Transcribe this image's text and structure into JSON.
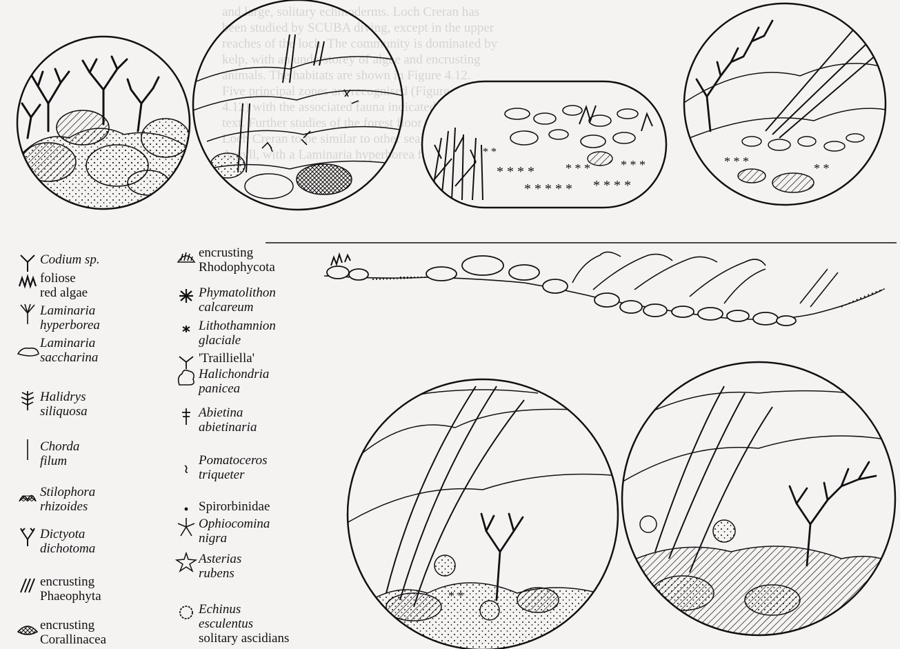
{
  "figure": {
    "colors": {
      "ink": "#111111",
      "paper": "#f4f3f1",
      "bleed_text": "rgba(0,0,0,0.13)"
    },
    "legend": [
      {
        "id": "codium",
        "icon": "codium-icon",
        "lines": [
          "Codium sp."
        ],
        "italic": [
          true
        ]
      },
      {
        "id": "foliose",
        "icon": "foliose-red-algae-icon",
        "lines": [
          "foliose",
          "red algae"
        ],
        "italic": [
          false,
          false
        ]
      },
      {
        "id": "lam-hyp",
        "icon": "laminaria-hyperborea-icon",
        "lines": [
          "Laminaria",
          "hyperborea"
        ],
        "italic": [
          true,
          true
        ]
      },
      {
        "id": "lam-sac",
        "icon": "laminaria-saccharina-icon",
        "lines": [
          "Laminaria",
          "saccharina"
        ],
        "italic": [
          true,
          true
        ]
      },
      {
        "id": "halidrys",
        "icon": "halidrys-icon",
        "lines": [
          "Halidrys",
          "siliquosa"
        ],
        "italic": [
          true,
          true
        ]
      },
      {
        "id": "chorda",
        "icon": "chorda-icon",
        "lines": [
          "Chorda",
          "filum"
        ],
        "italic": [
          true,
          true
        ]
      },
      {
        "id": "stilophora",
        "icon": "stilophora-icon",
        "lines": [
          "Stilophora",
          "rhizoides"
        ],
        "italic": [
          true,
          true
        ]
      },
      {
        "id": "dictyota",
        "icon": "dictyota-icon",
        "lines": [
          "Dictyota",
          "dichotoma"
        ],
        "italic": [
          true,
          true
        ]
      },
      {
        "id": "enc-phaeo",
        "icon": "encrusting-phaeophyta-icon",
        "lines": [
          "encrusting",
          "Phaeophyta"
        ],
        "italic": [
          false,
          false
        ]
      },
      {
        "id": "enc-coral",
        "icon": "encrusting-corallinacea-icon",
        "lines": [
          "encrusting",
          "Corallinacea"
        ],
        "italic": [
          false,
          false
        ]
      },
      {
        "id": "enc-rhodo",
        "icon": "encrusting-rhodophycota-icon",
        "lines": [
          "encrusting",
          "Rhodophycota"
        ],
        "italic": [
          false,
          false
        ]
      },
      {
        "id": "phymatolithon",
        "icon": "phymatolithon-icon",
        "lines": [
          "Phymatolithon",
          "calcareum"
        ],
        "italic": [
          true,
          true
        ]
      },
      {
        "id": "lithothamnion",
        "icon": "lithothamnion-icon",
        "lines": [
          "Lithothamnion",
          "glaciale"
        ],
        "italic": [
          true,
          true
        ]
      },
      {
        "id": "trailliella",
        "icon": "trailliella-icon",
        "lines": [
          "'Trailliella'"
        ],
        "italic": [
          false
        ]
      },
      {
        "id": "halichondria",
        "icon": "halichondria-icon",
        "lines": [
          "Halichondria",
          "panicea"
        ],
        "italic": [
          true,
          true
        ]
      },
      {
        "id": "abietina",
        "icon": "abietina-icon",
        "lines": [
          "Abietina",
          "abietinaria"
        ],
        "italic": [
          true,
          true
        ]
      },
      {
        "id": "pomatoceros",
        "icon": "pomatoceros-icon",
        "lines": [
          "Pomatoceros",
          "triqueter"
        ],
        "italic": [
          true,
          true
        ]
      },
      {
        "id": "spirorbinidae",
        "icon": "spirorbinidae-icon",
        "lines": [
          "Spirorbinidae"
        ],
        "italic": [
          false
        ]
      },
      {
        "id": "ophiocomina",
        "icon": "ophiocomina-icon",
        "lines": [
          "Ophiocomina",
          "nigra"
        ],
        "italic": [
          true,
          true
        ]
      },
      {
        "id": "asterias",
        "icon": "asterias-icon",
        "lines": [
          "Asterias",
          "rubens"
        ],
        "italic": [
          true,
          true
        ]
      },
      {
        "id": "echinus",
        "icon": "echinus-icon",
        "lines": [
          "Echinus",
          "esculentus"
        ],
        "italic": [
          true,
          true
        ]
      },
      {
        "id": "ascidians",
        "icon": "ascidian-icon",
        "lines": [
          "solitary ascidians"
        ],
        "italic": [
          false
        ]
      }
    ],
    "bleed_through_text": [
      "and large, solitary echinoderms. Loch Creran has",
      "been studied by SCUBA diving, except in the upper",
      "reaches of the loch. The community is dominated by",
      "kelp, with an understorey of algae and encrusting",
      "animals. The habitats are shown in Figure 4.12.",
      "Five principal zones are recognised (Figure",
      "4.12) with the associated fauna indicated in the",
      "text. Further studies of the forest floor show",
      "Loch Creran to be similar to other sealochs of",
      "Argyll, with a Laminaria hyperborea forest on rock."
    ]
  }
}
